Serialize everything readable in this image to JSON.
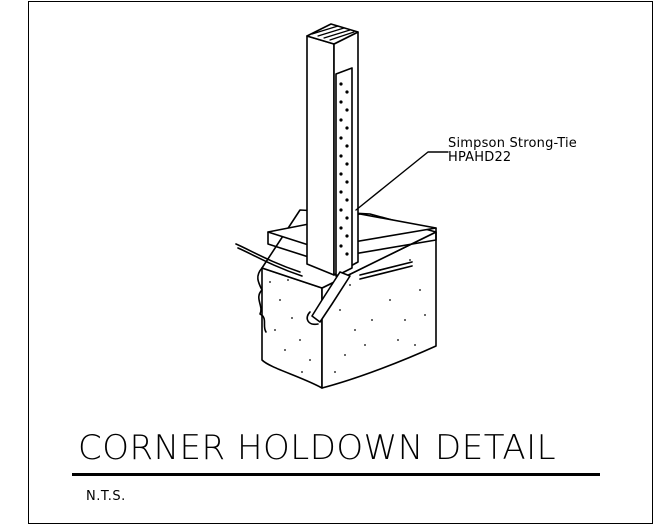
{
  "callout": {
    "line1": "Simpson Strong-Tie",
    "line2": "HPAHD22"
  },
  "detail": {
    "title": "CORNER HOLDOWN DETAIL",
    "scale": "N.T.S."
  },
  "colors": {
    "ink": "#000000",
    "paper": "#ffffff"
  }
}
